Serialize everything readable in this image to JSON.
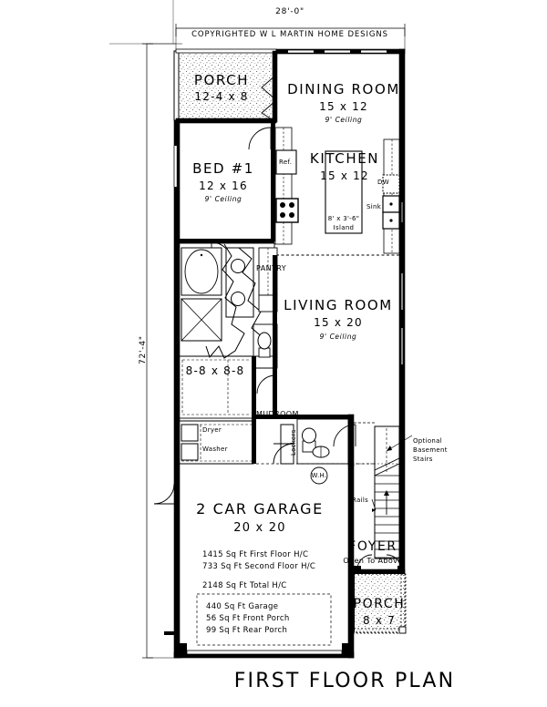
{
  "drawing": {
    "title": "FIRST FLOOR PLAN",
    "copyright": "COPYRIGHTED W L MARTIN HOME DESIGNS",
    "dim_top": "28'-0\"",
    "dim_left": "72'-4\""
  },
  "rooms": [
    {
      "key": "porch_front",
      "name": "PORCH",
      "dim": "12-4 x 8",
      "ceiling": ""
    },
    {
      "key": "dining",
      "name": "DINING ROOM",
      "dim": "15 x 12",
      "ceiling": "9' Ceiling"
    },
    {
      "key": "bed1",
      "name": "BED #1",
      "dim": "12 x 16",
      "ceiling": "9' Ceiling"
    },
    {
      "key": "kitchen",
      "name": "KITCHEN",
      "dim": "15 x 12",
      "ceiling": ""
    },
    {
      "key": "living",
      "name": "LIVING ROOM",
      "dim": "15 x 20",
      "ceiling": "9' Ceiling"
    },
    {
      "key": "garage",
      "name": "2 CAR GARAGE",
      "dim": "20 x 20",
      "ceiling": ""
    },
    {
      "key": "foyer",
      "name": "FOYER",
      "dim": "Open To Above",
      "ceiling": ""
    },
    {
      "key": "porch_rear",
      "name": "PORCH",
      "dim": "8 x 7",
      "ceiling": ""
    }
  ],
  "labels": {
    "island_dim": "8' x 3'-6\"",
    "island_word": "Island",
    "closet_dim": "8-8 x 8-8",
    "pantry": "PANTRY",
    "mudroom": "MUDROOM",
    "lockers": "Lockers",
    "dryer": "Dryer",
    "washer": "Washer",
    "water_heater": "W.H.",
    "refrigerator": "Ref.",
    "dishwasher": "DW",
    "sink": "Sink",
    "rails": "Rails",
    "optional_basement_stairs": "Optional Basement Stairs"
  },
  "areas": [
    "1415 Sq Ft First Floor H/C",
    "733 Sq Ft Second Floor H/C",
    "2148 Sq Ft Total H/C"
  ],
  "areas_secondary": [
    "440 Sq Ft Garage",
    "56 Sq Ft Front Porch",
    "99 Sq Ft Rear Porch"
  ],
  "colors": {
    "line": "#000000",
    "paper": "#ffffff",
    "hatch": "#333333"
  }
}
